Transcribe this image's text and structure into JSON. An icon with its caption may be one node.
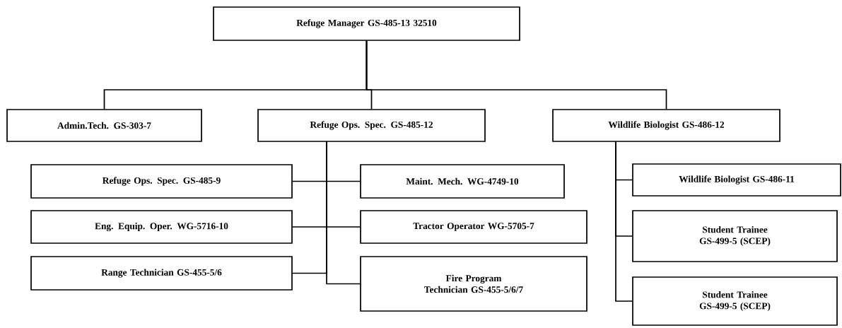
{
  "diagram": {
    "nodes": [
      {
        "text": [
          "Refuge Manager GS-485-13 32510"
        ]
      },
      {
        "text": [
          "Admin.Tech. GS-303-7"
        ]
      },
      {
        "text": [
          "Refuge Ops. Spec. GS-485-12"
        ]
      },
      {
        "text": [
          "Wildlife Biologist GS-486-12"
        ]
      },
      {
        "text": [
          "Refuge Ops. Spec. GS-485-9"
        ]
      },
      {
        "text": [
          "Maint. Mech. WG-4749-10"
        ]
      },
      {
        "text": [
          "Wildlife Biologist GS-486-11"
        ]
      },
      {
        "text": [
          "Eng. Equip. Oper. WG-5716-10"
        ]
      },
      {
        "text": [
          "Tractor Operator WG-5705-7"
        ]
      },
      {
        "text": [
          "Student Trainee GS-499-5 (SCEP)"
        ]
      },
      {
        "text": [
          "Range Technician GS-455-5/6"
        ]
      },
      {
        "text": [
          "Fire Program Technician GS-455-5/6/7"
        ]
      },
      {
        "text": [
          "Student Trainee GS-499-5 (SCEP)"
        ]
      }
    ],
    "edges": [
      {
        "from": 0,
        "to": 1,
        "arrow": "none"
      },
      {
        "from": 0,
        "to": 2,
        "arrow": "none"
      },
      {
        "from": 0,
        "to": 3,
        "arrow": "none"
      },
      {
        "from": 2,
        "to": 4,
        "arrow": "none"
      },
      {
        "from": 2,
        "to": 5,
        "arrow": "none"
      },
      {
        "from": 2,
        "to": 7,
        "arrow": "none"
      },
      {
        "from": 2,
        "to": 8,
        "arrow": "none"
      },
      {
        "from": 2,
        "to": 10,
        "arrow": "none"
      },
      {
        "from": 2,
        "to": 11,
        "arrow": "none"
      },
      {
        "from": 3,
        "to": 6,
        "arrow": "none"
      },
      {
        "from": 3,
        "to": 9,
        "arrow": "none"
      },
      {
        "from": 3,
        "to": 12,
        "arrow": "none"
      }
    ]
  }
}
